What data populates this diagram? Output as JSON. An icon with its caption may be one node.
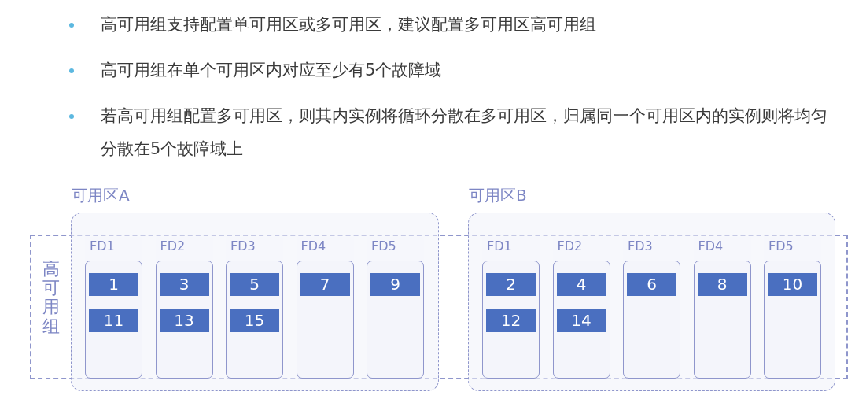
{
  "diagram": {
    "nodes": [
      {
        "text": [
          "高可用组"
        ]
      },
      {
        "text": [
          "可用区A"
        ]
      },
      {
        "text": [
          "FD1"
        ],
        "in": 1
      },
      {
        "text": [
          "1"
        ],
        "in": 2
      },
      {
        "text": [
          "11"
        ],
        "in": 2
      },
      {
        "text": [
          "FD2"
        ],
        "in": 1
      },
      {
        "text": [
          "3"
        ],
        "in": 5
      },
      {
        "text": [
          "13"
        ],
        "in": 5
      },
      {
        "text": [
          "FD3"
        ],
        "in": 1
      },
      {
        "text": [
          "5"
        ],
        "in": 8
      },
      {
        "text": [
          "15"
        ],
        "in": 8
      },
      {
        "text": [
          "FD4"
        ],
        "in": 1
      },
      {
        "text": [
          "7"
        ],
        "in": 11
      },
      {
        "text": [
          "FD5"
        ],
        "in": 1
      },
      {
        "text": [
          "9"
        ],
        "in": 13
      },
      {
        "text": [
          "可用区B"
        ]
      },
      {
        "text": [
          "FD1"
        ],
        "in": 15
      },
      {
        "text": [
          "2"
        ],
        "in": 16
      },
      {
        "text": [
          "12"
        ],
        "in": 16
      },
      {
        "text": [
          "FD2"
        ],
        "in": 15
      },
      {
        "text": [
          "4"
        ],
        "in": 19
      },
      {
        "text": [
          "14"
        ],
        "in": 19
      },
      {
        "text": [
          "FD3"
        ],
        "in": 15
      },
      {
        "text": [
          "6"
        ],
        "in": 22
      },
      {
        "text": [
          "FD4"
        ],
        "in": 15
      },
      {
        "text": [
          "8"
        ],
        "in": 24
      },
      {
        "text": [
          "FD5"
        ],
        "in": 15
      },
      {
        "text": [
          "10"
        ],
        "in": 26
      }
    ],
    "labels": [
      "高可用组支持配置单可用区或多可用区，建议配置多可用区高可用组",
      "高可用组在单个可用区内对应至少有5个故障域",
      "若高可用组配置多可用区，则其内实例将循环分散在多可用区，归属同一个可用区内的实例则将均匀分散在5个故障域上"
    ]
  }
}
